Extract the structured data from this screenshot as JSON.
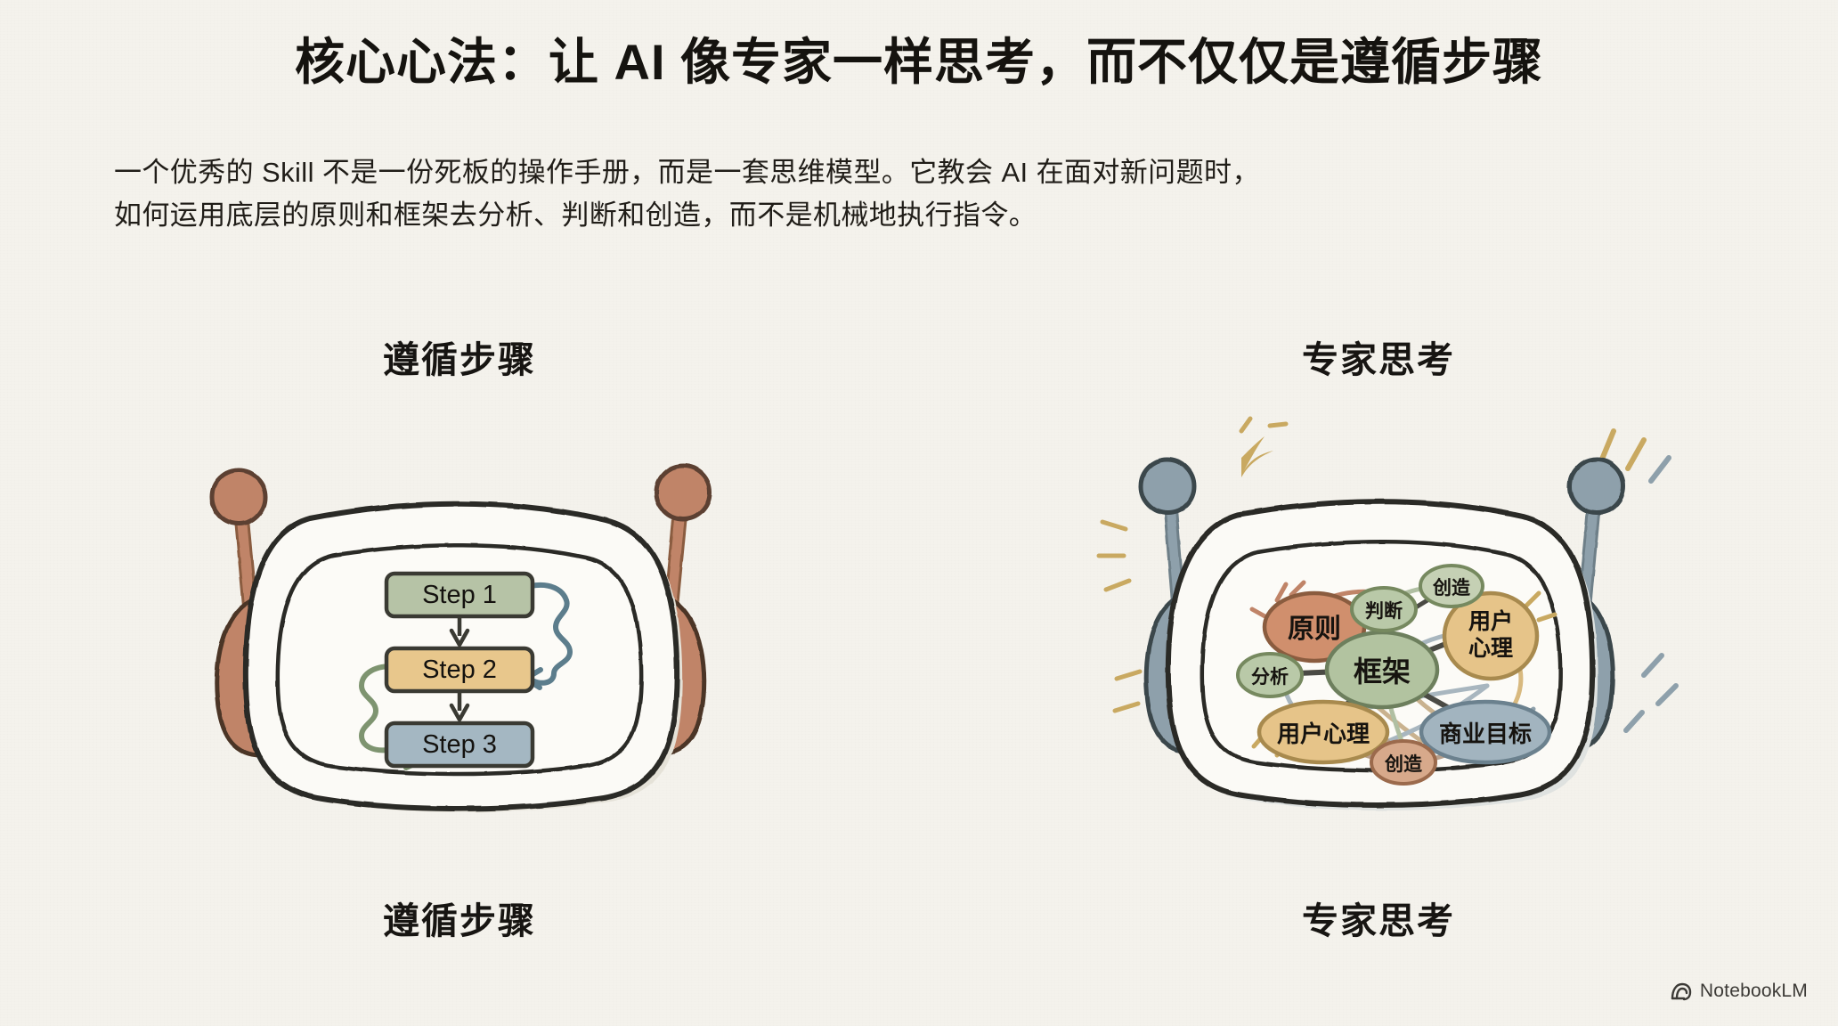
{
  "headline": "核心心法：让 AI 像专家一样思考，而不仅仅是遵循步骤",
  "subcopy": {
    "line1": "一个优秀的 Skill 不是一份死板的操作手册，而是一套思维模型。它教会 AI 在面对新问题时，",
    "line2": "如何运用底层的原则和框架去分析、判断和创造，而不是机械地执行指令。"
  },
  "panels": {
    "left": {
      "title": "遵循步骤",
      "caption": "遵循步骤",
      "robot": {
        "accent_color": "#c08468",
        "body_color": "#fbfaf6",
        "outline_color": "#2c2a26"
      },
      "steps": [
        {
          "label": "Step 1",
          "fill": "#b6c3a6",
          "stroke": "#3a3a33"
        },
        {
          "label": "Step 2",
          "fill": "#e8c78c",
          "stroke": "#3a3a33"
        },
        {
          "label": "Step 3",
          "fill": "#a4b7c2",
          "stroke": "#3a3a33"
        }
      ],
      "squiggle_colors": [
        "#5c7d8c",
        "#7e9470"
      ]
    },
    "right": {
      "title": "专家思考",
      "caption": "专家思考",
      "robot": {
        "accent_color": "#8ea0ab",
        "body_color": "#fbfaf6",
        "outline_color": "#2c2a26"
      },
      "sparkle_color": "#c9a961",
      "nodes": [
        {
          "label": "原则",
          "fill": "#d08f6d",
          "stroke": "#8a5c3f",
          "size": "large"
        },
        {
          "label": "框架",
          "fill": "#b2c3a0",
          "stroke": "#6d7f5d",
          "size": "large"
        },
        {
          "label": "用户心理",
          "fill": "#e6c489",
          "stroke": "#a88a4e",
          "size": "large"
        },
        {
          "label": "用户心理",
          "fill": "#e6c489",
          "stroke": "#a88a4e",
          "size": "large"
        },
        {
          "label": "商业目标",
          "fill": "#a2b4bf",
          "stroke": "#6b818e",
          "size": "large"
        },
        {
          "label": "判断",
          "fill": "#b9c9a8",
          "stroke": "#76895f",
          "size": "small"
        },
        {
          "label": "创造",
          "fill": "#c5d0b4",
          "stroke": "#76895f",
          "size": "small"
        },
        {
          "label": "分析",
          "fill": "#b9c9a8",
          "stroke": "#76895f",
          "size": "small"
        },
        {
          "label": "创造",
          "fill": "#d7a98b",
          "stroke": "#9b6a4c",
          "size": "small"
        }
      ]
    }
  },
  "watermark": {
    "label": "NotebookLM",
    "icon": "notebooklm-icon"
  },
  "colors": {
    "background": "#f4f2ec",
    "ink": "#2c2a26",
    "text": "#15130f"
  }
}
